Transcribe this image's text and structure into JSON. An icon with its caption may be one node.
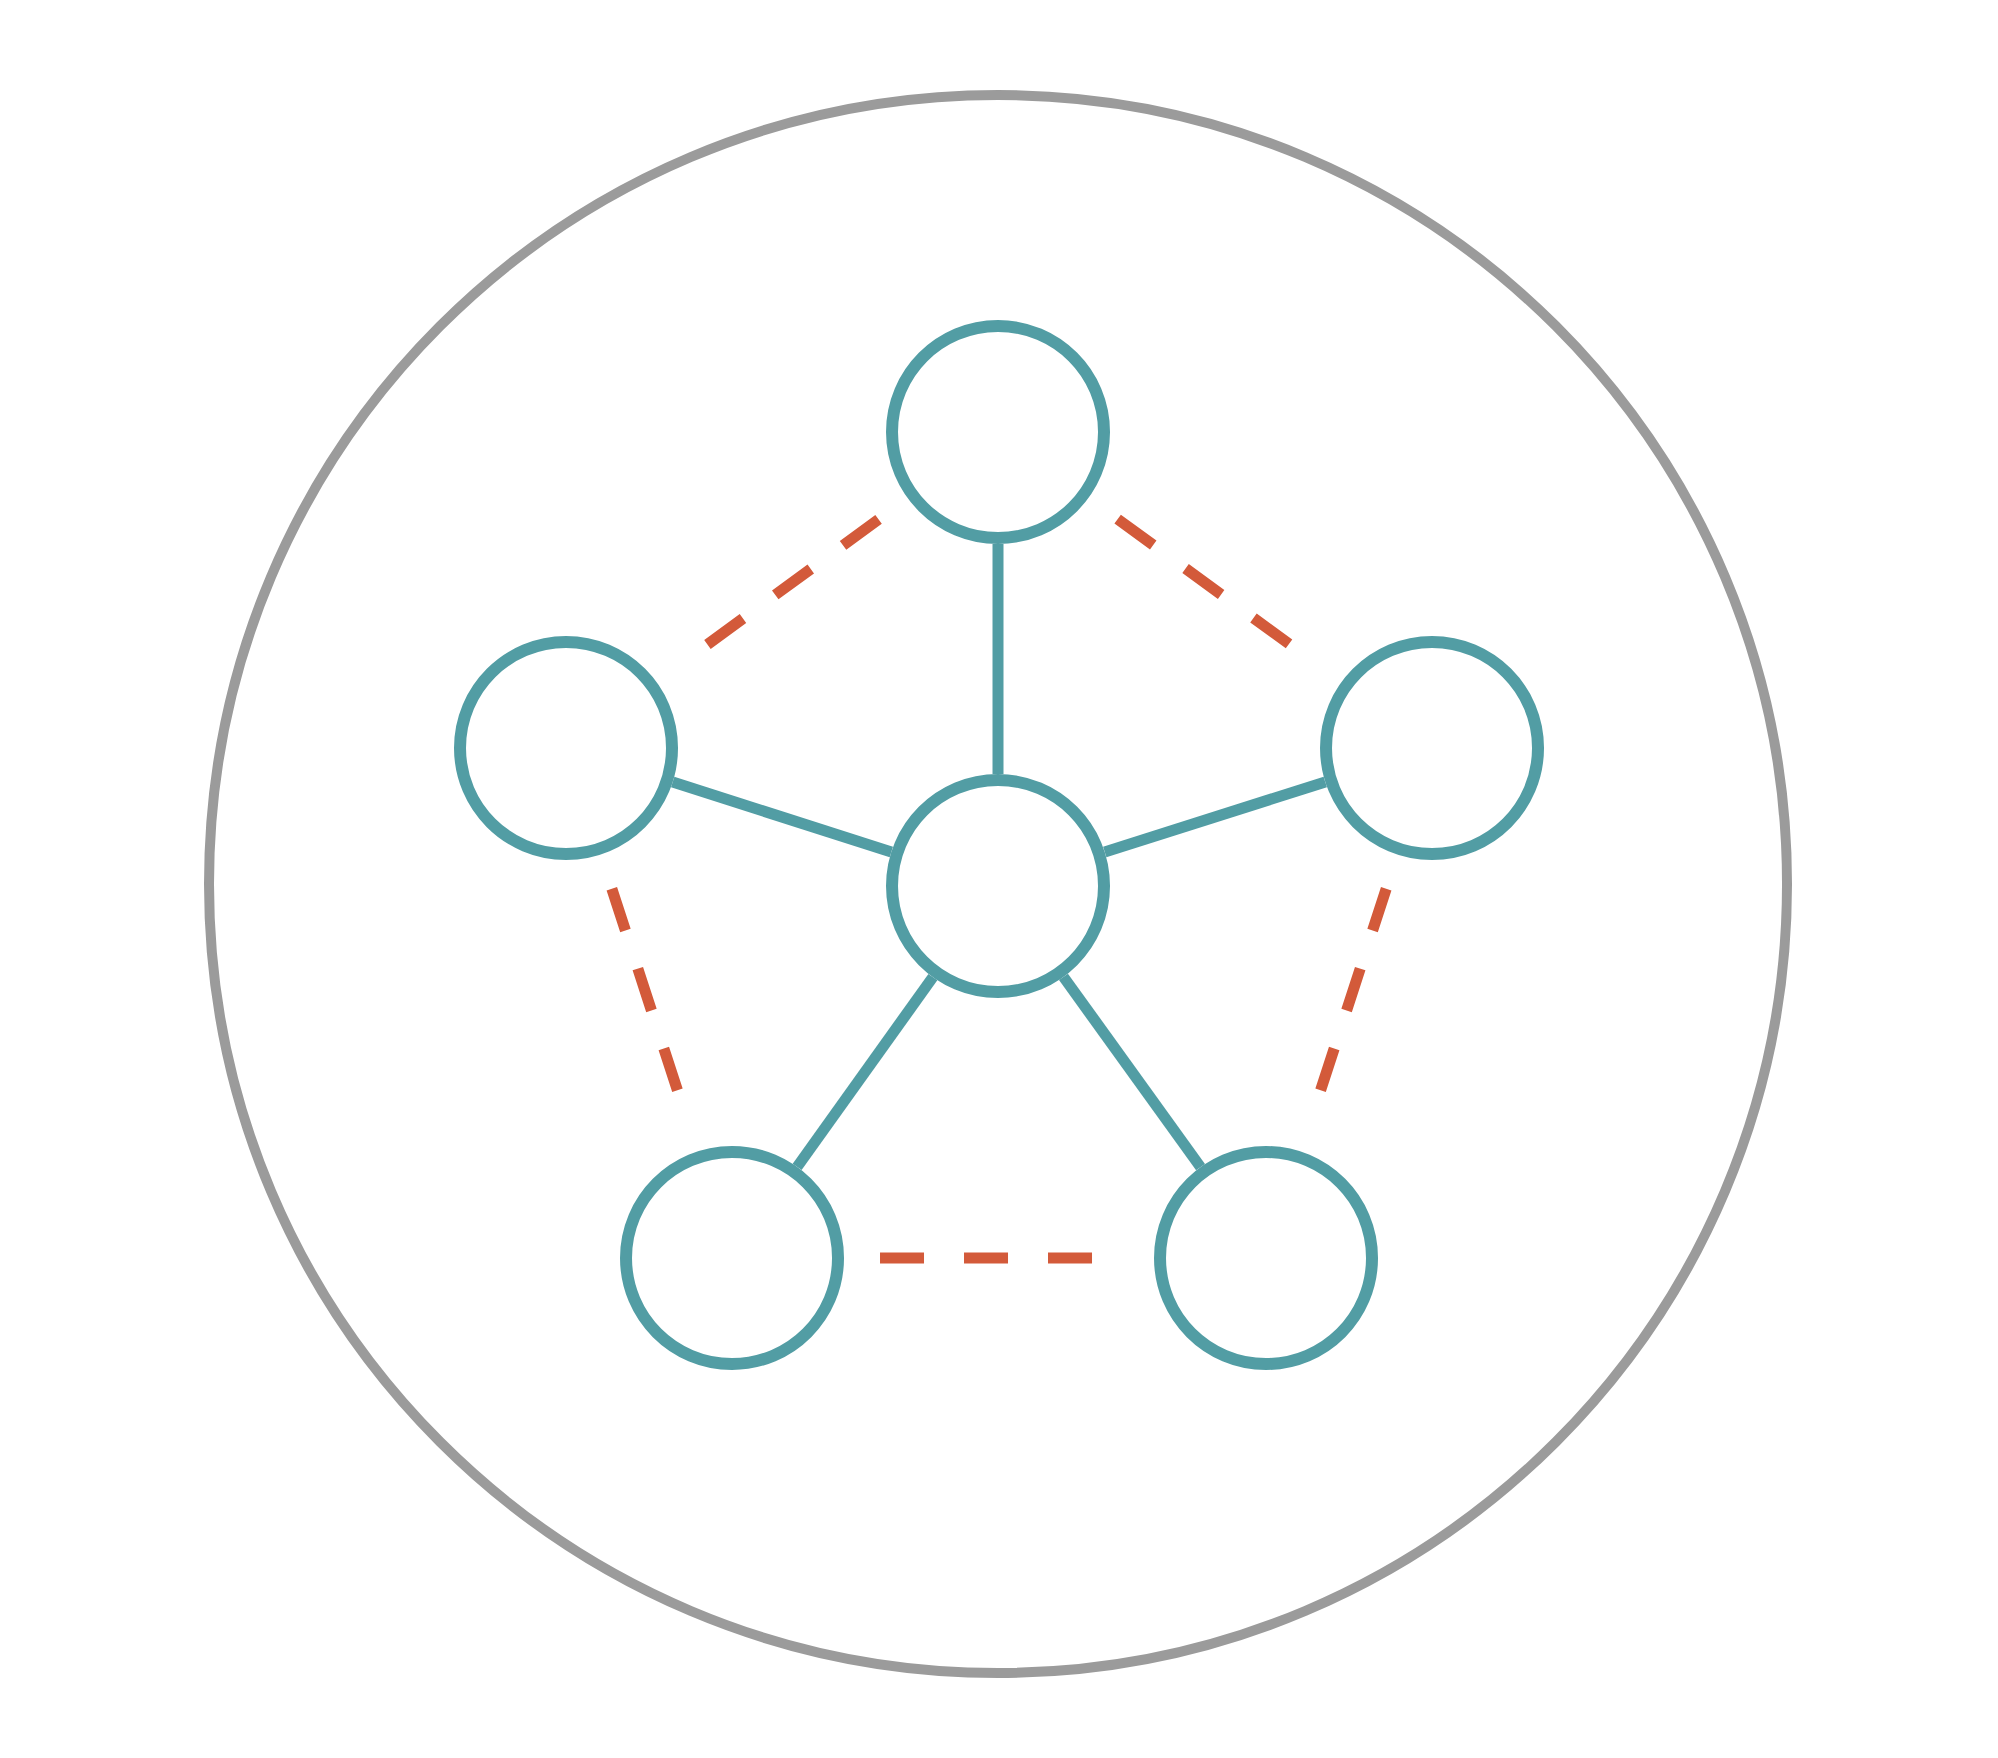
{
  "diagram": {
    "nodes": [
      {
        "text": [],
        "shape": "circle"
      },
      {
        "text": [],
        "shape": "circle",
        "in": 0
      },
      {
        "text": [],
        "shape": "circle",
        "in": 0
      },
      {
        "text": [],
        "shape": "circle",
        "in": 0
      },
      {
        "text": [],
        "shape": "circle",
        "in": 0
      },
      {
        "text": [],
        "shape": "circle",
        "in": 0
      },
      {
        "text": [],
        "shape": "circle",
        "in": 0
      }
    ],
    "edges": [
      {
        "from": 3,
        "to": 1,
        "arrow": "none"
      },
      {
        "from": 3,
        "to": 2,
        "arrow": "none"
      },
      {
        "from": 3,
        "to": 4,
        "arrow": "none"
      },
      {
        "from": 3,
        "to": 5,
        "arrow": "none"
      },
      {
        "from": 3,
        "to": 6,
        "arrow": "none"
      },
      {
        "from": 1,
        "to": 2,
        "arrow": "none",
        "style": "dashed",
        "color": "#d35a3a"
      },
      {
        "from": 1,
        "to": 4,
        "arrow": "none",
        "style": "dashed",
        "color": "#d35a3a"
      },
      {
        "from": 2,
        "to": 5,
        "arrow": "none",
        "style": "dashed",
        "color": "#d35a3a"
      },
      {
        "from": 4,
        "to": 6,
        "arrow": "none",
        "style": "dashed",
        "color": "#d35a3a"
      },
      {
        "from": 5,
        "to": 6,
        "arrow": "none",
        "style": "dashed",
        "color": "#d35a3a"
      }
    ]
  }
}
